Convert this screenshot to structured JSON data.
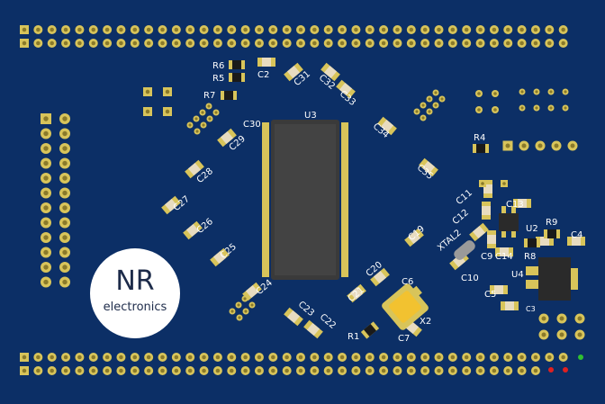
{
  "logo": {
    "line1": "NR",
    "line2": "electronics"
  },
  "labels": {
    "R6": "R6",
    "R5": "R5",
    "C2": "C2",
    "R7": "R7",
    "C31": "C31",
    "C32": "C32",
    "C33": "C33",
    "U3": "U3",
    "C30": "C30",
    "C29": "C29",
    "C34": "C34",
    "R4": "R4",
    "C28": "C28",
    "C35": "C35",
    "C27": "C27",
    "C26": "C26",
    "C25": "C25",
    "C19": "C19",
    "C24": "C24",
    "C20": "C20",
    "C21": "C21",
    "C23": "C23",
    "C22": "C22",
    "R1": "R1",
    "C6": "C6",
    "C7": "C7",
    "X2": "X2",
    "C11": "C11",
    "C12": "C12",
    "C13": "C13",
    "XTAL2": "XTAL2",
    "U2": "U2",
    "R9": "R9",
    "C9": "C9",
    "C14": "C14",
    "R8": "R8",
    "C4": "C4",
    "C10": "C10",
    "U4": "U4",
    "C5": "C5",
    "C3": "C3"
  },
  "colors": {
    "board": "#0c2f66",
    "pad": "#d8c45a",
    "pad_hole": "#8a7a2a",
    "chip": "#3a3a3a",
    "capacitor_body": "#e8dcc0",
    "crystal": "#f2c230"
  }
}
